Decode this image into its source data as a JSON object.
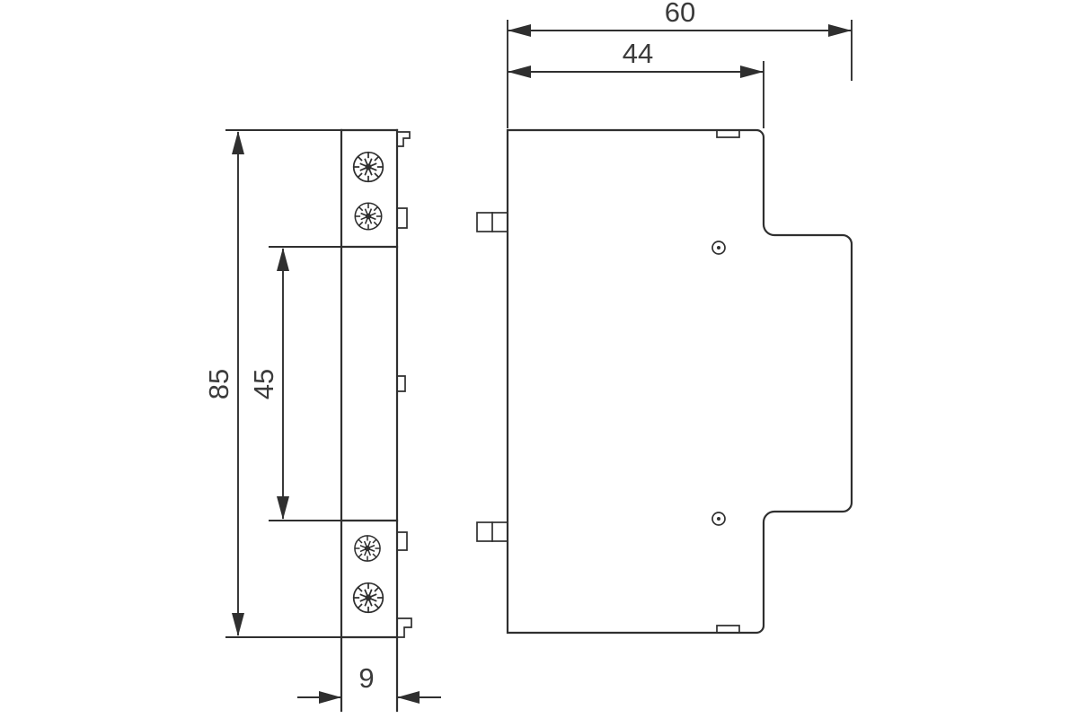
{
  "drawing": {
    "dimensions": {
      "overall_depth": "60",
      "front_depth": "44",
      "overall_height": "85",
      "terminal_span_height": "45",
      "module_width": "9"
    },
    "colors": {
      "line": "#2f2f2f",
      "text": "#3b3b3b",
      "background": "#ffffff"
    }
  }
}
